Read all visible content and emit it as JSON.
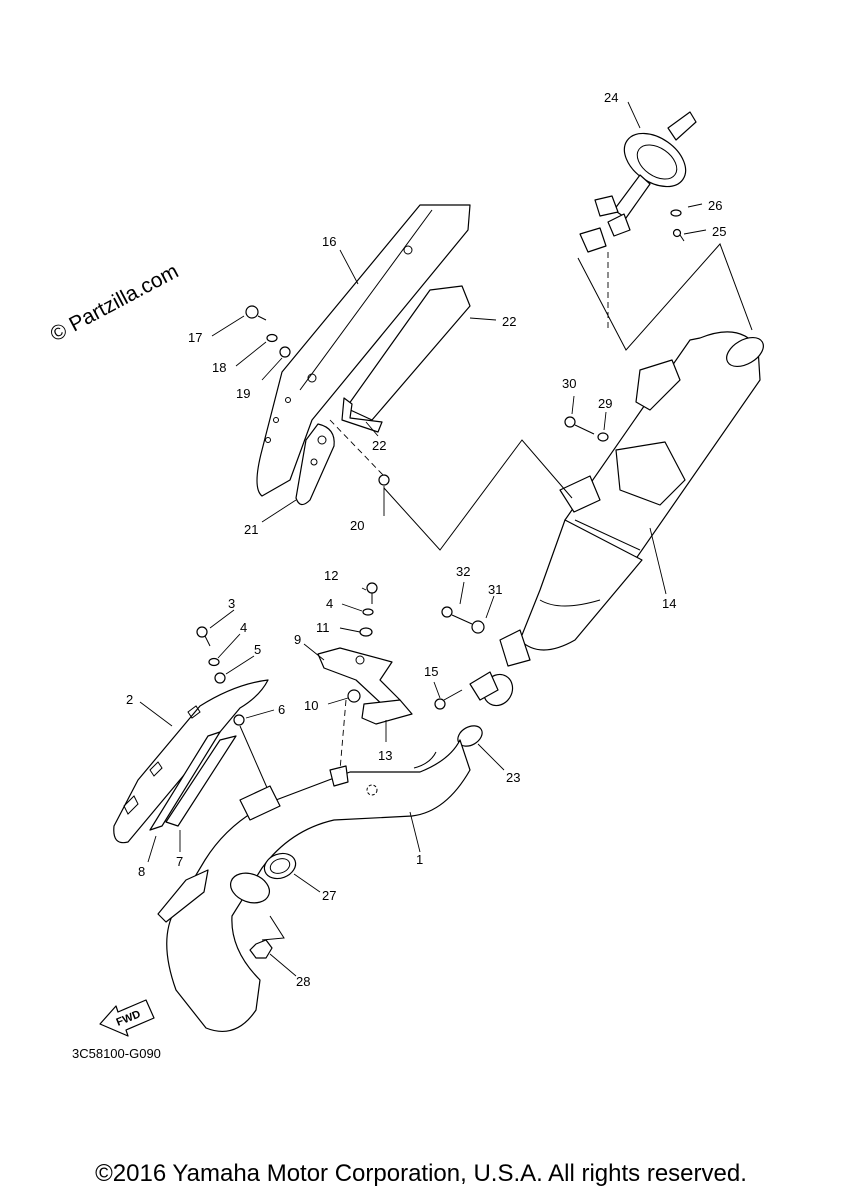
{
  "watermark": "© Partzilla.com",
  "diagram_code": "3C58100-G090",
  "fwd_label": "FWD",
  "copyright": "©2016 Yamaha Motor Corporation, U.S.A. All rights reserved.",
  "callouts": {
    "c1": "1",
    "c2": "2",
    "c3": "3",
    "c4a": "4",
    "c4b": "4",
    "c5": "5",
    "c6": "6",
    "c7": "7",
    "c8": "8",
    "c9": "9",
    "c10": "10",
    "c11": "11",
    "c12": "12",
    "c13": "13",
    "c14": "14",
    "c15": "15",
    "c16": "16",
    "c17": "17",
    "c18": "18",
    "c19": "19",
    "c20": "20",
    "c21": "21",
    "c22a": "22",
    "c22b": "22",
    "c23": "23",
    "c24": "24",
    "c25": "25",
    "c26": "26",
    "c27": "27",
    "c28": "28",
    "c29": "29",
    "c30": "30",
    "c31": "31",
    "c32": "32"
  }
}
